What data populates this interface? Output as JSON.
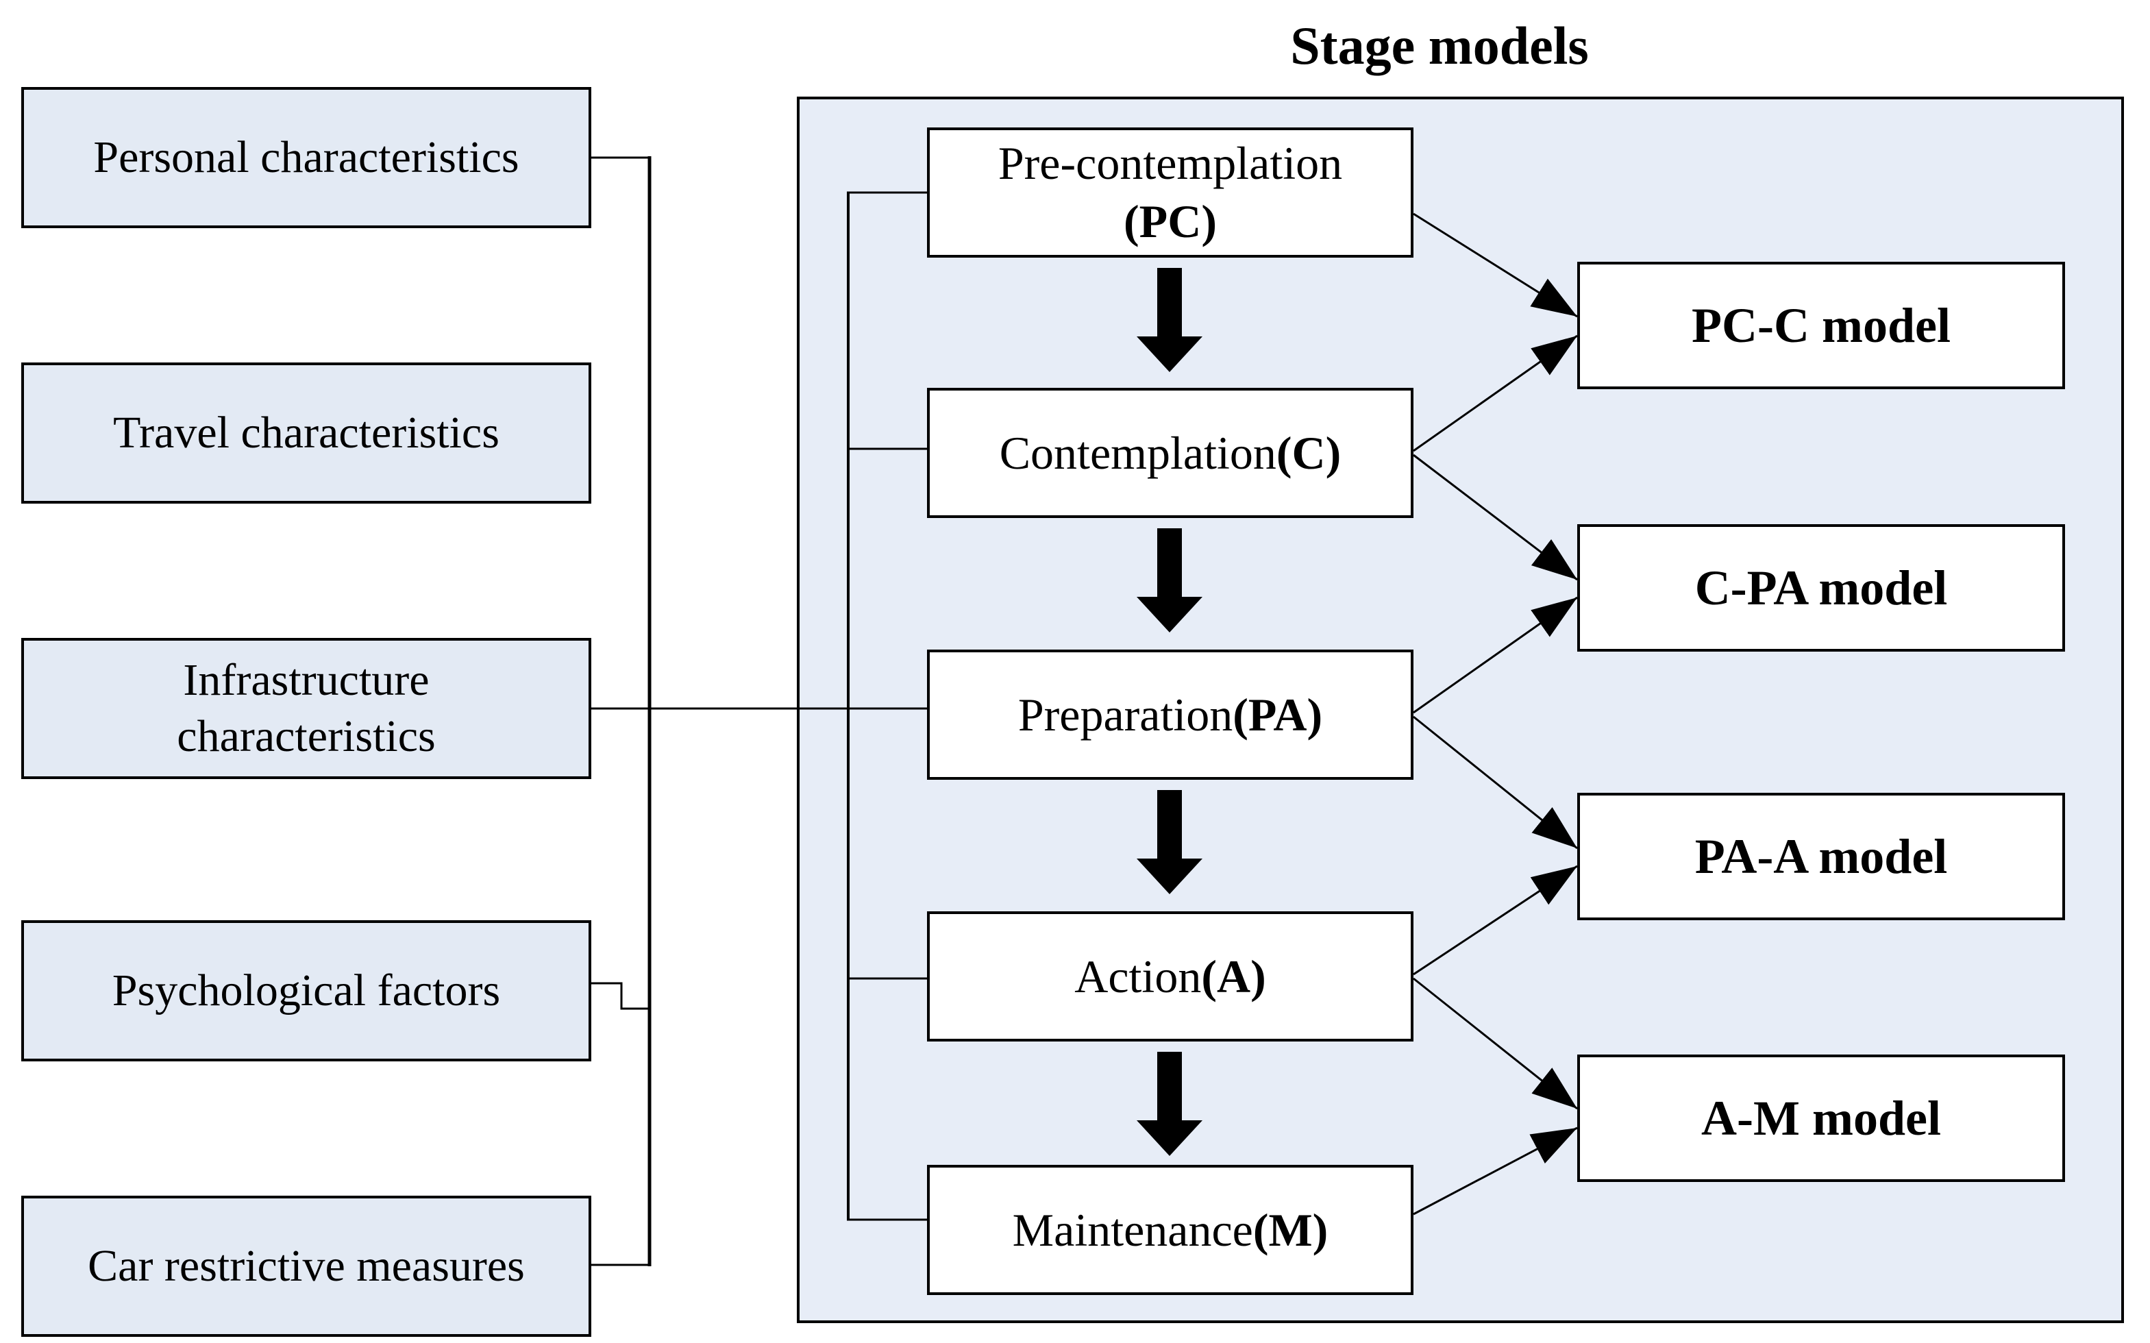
{
  "title": "Stage models",
  "colors": {
    "factor_fill": "#e3eaf4",
    "container_fill": "#e7edf7",
    "stage_fill": "#ffffff",
    "line": "#000000"
  },
  "factors": [
    {
      "line1": "Personal characteristics",
      "line2": ""
    },
    {
      "line1": "Travel characteristics",
      "line2": ""
    },
    {
      "line1": "Infrastructure",
      "line2": "characteristics"
    },
    {
      "line1": "Psychological factors",
      "line2": ""
    },
    {
      "line1": "Car restrictive measures",
      "line2": ""
    }
  ],
  "stages": [
    {
      "name": "Pre-contemplation",
      "abbr": "(PC)"
    },
    {
      "name": "Contemplation",
      "abbr": "(C)"
    },
    {
      "name": "Preparation",
      "abbr": "(PA)"
    },
    {
      "name": "Action",
      "abbr": "(A)"
    },
    {
      "name": "Maintenance",
      "abbr": "(M)"
    }
  ],
  "models": [
    {
      "label": "PC-C model"
    },
    {
      "label": "C-PA model"
    },
    {
      "label": "PA-A model"
    },
    {
      "label": "A-M model"
    }
  ]
}
